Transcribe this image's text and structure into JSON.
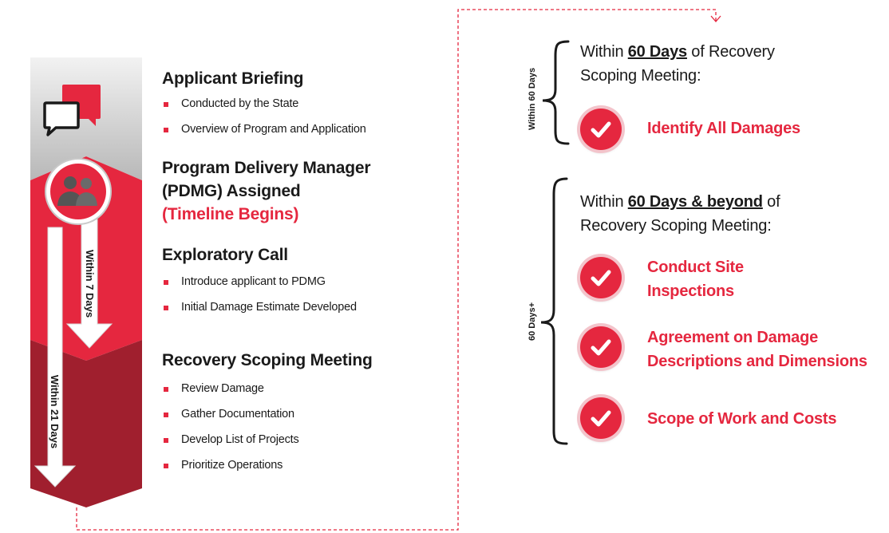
{
  "left_column": {
    "arrow_short_label": "Within 7 Days",
    "arrow_long_label": "Within 21 Days",
    "icons": [
      "speech-bubbles-icon",
      "people-icon"
    ]
  },
  "steps": {
    "briefing": {
      "title": "Applicant Briefing",
      "bullets": [
        "Conducted by the State",
        "Overview of Program and Application"
      ]
    },
    "pdmg": {
      "title_line1": "Program Delivery Manager",
      "title_line2": "(PDMG) Assigned",
      "note": "(Timeline Begins)"
    },
    "exploratory": {
      "title": "Exploratory Call",
      "bullets": [
        "Introduce applicant to PDMG",
        "Initial Damage Estimate Developed"
      ]
    },
    "scoping": {
      "title": "Recovery Scoping Meeting",
      "bullets": [
        "Review Damage",
        "Gather Documentation",
        "Develop List of Projects",
        "Prioritize Operations"
      ]
    }
  },
  "right_top": {
    "bracket_label": "Within 60 Days",
    "intro_prefix": "Within ",
    "intro_bold": "60 Days",
    "intro_suffix_1": " of Recovery",
    "intro_line2": "Scoping Meeting:",
    "items": [
      "Identify All Damages"
    ]
  },
  "right_bottom": {
    "bracket_label": "60 Days+",
    "intro_prefix": "Within ",
    "intro_bold": "60 Days & beyond",
    "intro_suffix_1": " of",
    "intro_line2": "Recovery Scoping Meeting:",
    "items": [
      {
        "line1": "Conduct Site",
        "line2": "Inspections"
      },
      {
        "line1": "Agreement on Damage",
        "line2": "Descriptions and Dimensions"
      },
      {
        "line1": "Scope of Work and Costs",
        "line2": ""
      }
    ]
  },
  "colors": {
    "accent_red": "#e5273f",
    "dark_red": "#a01f2e",
    "grey": "#bdbdbd"
  }
}
